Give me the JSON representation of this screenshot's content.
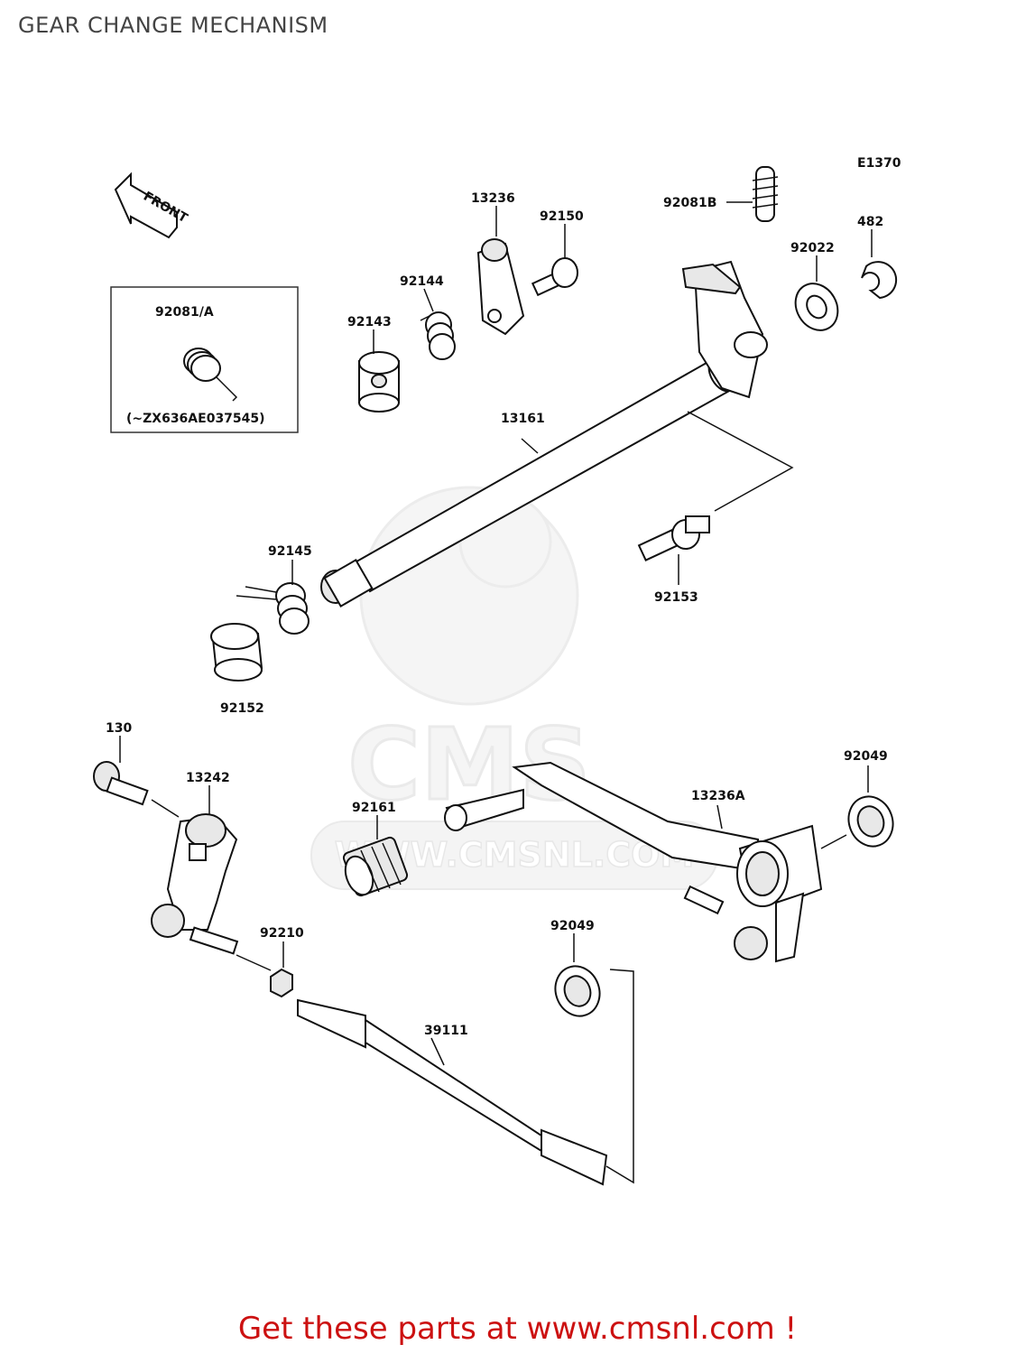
{
  "title": "GEAR CHANGE MECHANISM",
  "footer": "Get these parts at www.cmsnl.com !",
  "diagram_code": "E1370",
  "front_label": "FRONT",
  "watermark": {
    "brand": "CMS",
    "url": "WWW.CMSNL.COM"
  },
  "inset": {
    "part": "92081/A",
    "note": "(~ZX636AE037545)"
  },
  "parts": {
    "p13236": "13236",
    "p92150": "92150",
    "p92081B": "92081B",
    "p482": "482",
    "p92022": "92022",
    "p92144": "92144",
    "p92143": "92143",
    "p13161": "13161",
    "p92145": "92145",
    "p92153": "92153",
    "p92152": "92152",
    "p130": "130",
    "p13242": "13242",
    "p92161": "92161",
    "p13236A": "13236A",
    "p92049a": "92049",
    "p92049b": "92049",
    "p92210": "92210",
    "p39111": "39111"
  },
  "colors": {
    "footer": "#cc1111",
    "title": "#444444"
  }
}
